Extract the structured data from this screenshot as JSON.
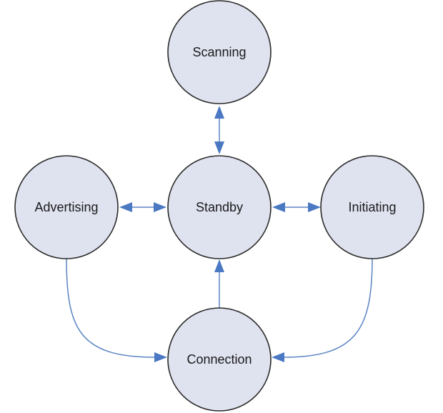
{
  "diagram": {
    "states": {
      "scanning": "Scanning",
      "standby": "Standby",
      "advertising": "Advertising",
      "initiating": "Initiating",
      "connection": "Connection"
    },
    "transitions": [
      {
        "from": "Standby",
        "to": "Scanning",
        "bidirectional": true
      },
      {
        "from": "Standby",
        "to": "Advertising",
        "bidirectional": true
      },
      {
        "from": "Standby",
        "to": "Initiating",
        "bidirectional": true
      },
      {
        "from": "Connection",
        "to": "Standby",
        "bidirectional": false
      },
      {
        "from": "Advertising",
        "to": "Connection",
        "bidirectional": false
      },
      {
        "from": "Initiating",
        "to": "Connection",
        "bidirectional": false
      }
    ],
    "colors": {
      "node_fill": "#dfe3ef",
      "node_stroke": "#2a2a2a",
      "edge": "#5b84c4",
      "arrowhead": "#4a78c2"
    }
  }
}
